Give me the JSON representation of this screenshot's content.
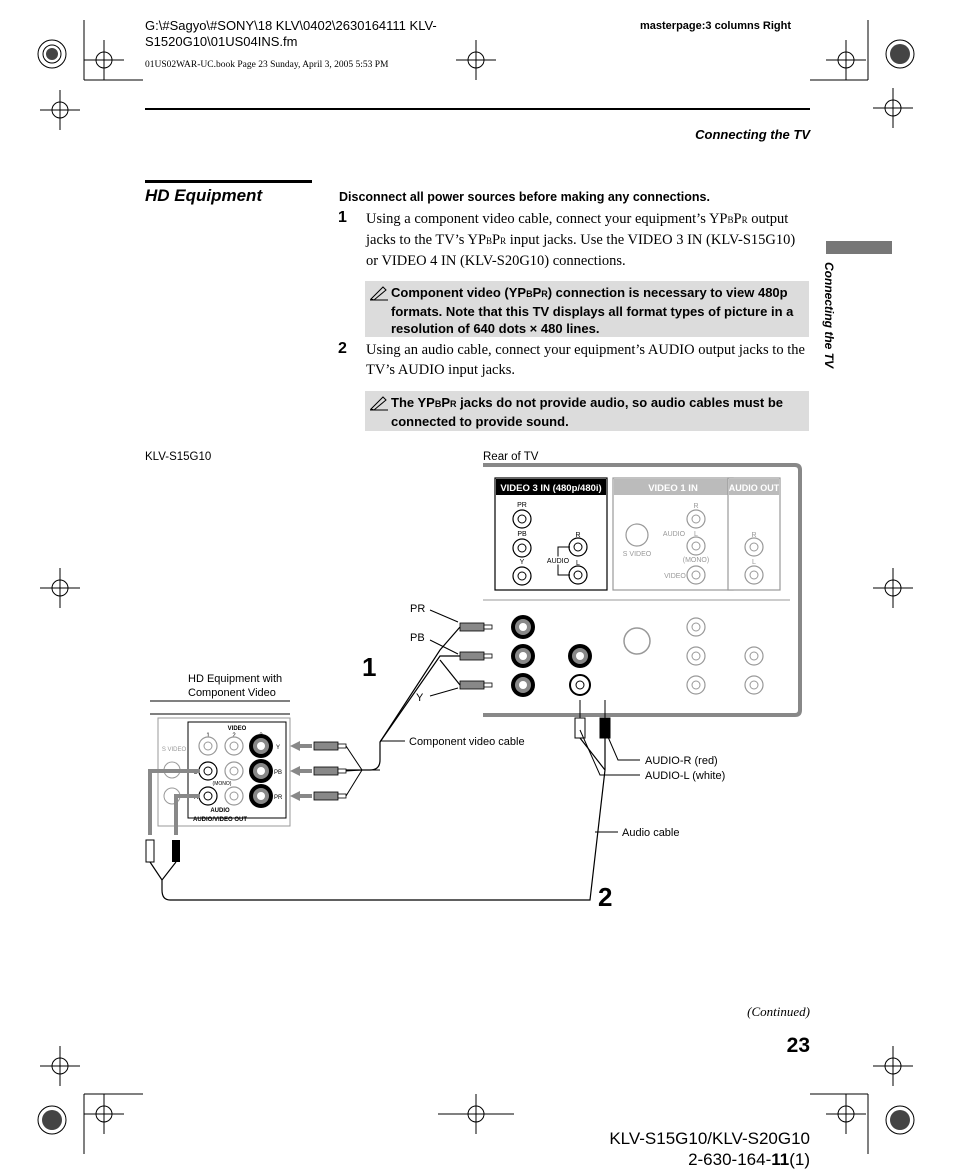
{
  "header": {
    "file_path_line1": "G:\\#Sagyo\\#SONY\\18 KLV\\0402\\2630164111 KLV-",
    "file_path_line2": "S1520G10\\01US04INS.fm",
    "masterpage": "masterpage:3 columns Right",
    "book_info": "01US02WAR-UC.book  Page 23  Sunday, April 3, 2005  5:53 PM",
    "running_head": "Connecting the TV"
  },
  "side_tab": {
    "label": "Connecting the TV"
  },
  "section": {
    "title": "HD Equipment",
    "warning": "Disconnect all power sources before making any connections."
  },
  "steps": [
    {
      "number": "1",
      "text_a": "Using a component video cable, connect your equipment’s YP",
      "text_b": "B",
      "text_c": "P",
      "text_d": "R",
      "text_e": " output jacks to the TV’s YP",
      "text_f": "B",
      "text_g": "P",
      "text_h": "R",
      "text_i": " input jacks. Use the VIDEO 3 IN (KLV-S15G10) or VIDEO 4 IN (KLV-S20G10) connections."
    },
    {
      "number": "2",
      "text": "Using an audio cable, connect your equipment’s AUDIO output jacks to the TV’s AUDIO input jacks."
    }
  ],
  "notes": [
    {
      "a": "Component video (YP",
      "b": "B",
      "c": "P",
      "d": "R",
      "e": ") connection is necessary to view 480p formats. Note that this TV displays all format types of picture in a resolution of 640 dots × 480 lines."
    },
    {
      "a": "The YP",
      "b": "B",
      "c": "P",
      "d": "R",
      "e": " jacks do not provide audio, so audio cables must be connected to provide sound."
    }
  ],
  "diagram": {
    "model_label": "KLV-S15G10",
    "rear_label": "Rear of TV",
    "panel_video3": "VIDEO 3 IN (480p/480i)",
    "panel_video1": "VIDEO 1 IN",
    "panel_audio_out": "AUDIO OUT",
    "jack_pr": "PR",
    "jack_pb": "PB",
    "jack_y": "Y",
    "jack_r": "R",
    "jack_l": "L",
    "audio": "AUDIO",
    "s_video": "S VIDEO",
    "mono": "(MONO)",
    "video": "VIDEO",
    "callout_pr": "PR",
    "callout_pb": "PB",
    "callout_y": "Y",
    "callout_step1": "1",
    "callout_step2": "2",
    "hd_equipment_label_1": "HD Equipment with",
    "hd_equipment_label_2": "Component Video",
    "component_cable": "Component video cable",
    "audio_r": "AUDIO-R (red)",
    "audio_l": "AUDIO-L (white)",
    "audio_cable": "Audio cable",
    "dev_video": "VIDEO",
    "dev_col1": "1",
    "dev_col2": "2",
    "dev_col3": "3",
    "dev_s_video": "S VIDEO",
    "dev_audio": "AUDIO",
    "dev_av_out": "AUDIO/VIDEO OUT",
    "dev_y": "Y",
    "dev_pb": "PB",
    "dev_pr": "PR",
    "dev_l": "L",
    "dev_r": "R",
    "dev_mono": "(MONO)"
  },
  "footer": {
    "continued": "(Continued)",
    "page_number": "23",
    "model_line": "KLV-S15G10/KLV-S20G10",
    "code_prefix": "2-630-164-",
    "code_bold": "11",
    "code_suffix": "(1)"
  }
}
